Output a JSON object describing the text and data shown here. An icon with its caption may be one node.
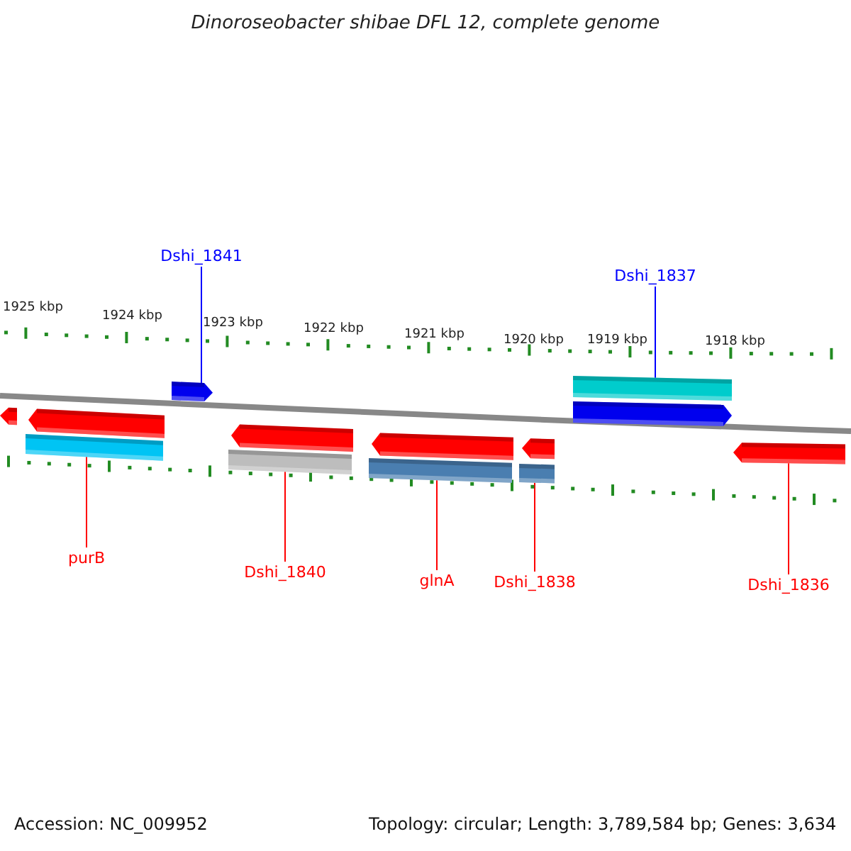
{
  "diagram": {
    "title": "Dinoroseobacter shibae DFL 12, complete genome",
    "nodes": [
      {
        "text": [
          "Dshi_1841"
        ]
      },
      {
        "text": [
          "Dshi_1837"
        ]
      },
      {
        "text": [
          "purB"
        ]
      },
      {
        "text": [
          "Dshi_1840"
        ]
      },
      {
        "text": [
          "glnA"
        ]
      },
      {
        "text": [
          "Dshi_1838"
        ]
      },
      {
        "text": [
          "Dshi_1836"
        ]
      },
      {
        "text": [],
        "shape": "bar"
      },
      {
        "text": [],
        "shape": "bar"
      },
      {
        "text": [],
        "shape": "bar"
      },
      {
        "text": [],
        "shape": "bar"
      },
      {
        "text": [],
        "shape": "bar"
      },
      {
        "text": [],
        "shape": "bar"
      },
      {
        "text": [],
        "shape": "bar"
      },
      {
        "text": [],
        "shape": "bar"
      },
      {
        "text": [],
        "shape": "bar"
      },
      {
        "text": [],
        "shape": "bar"
      },
      {
        "text": [],
        "shape": "bar"
      },
      {
        "text": [],
        "shape": "bar"
      },
      {
        "text": [],
        "shape": "bar"
      }
    ],
    "edges": [
      {
        "from": 0,
        "to": 10,
        "arrow": "none",
        "color": "#0000ff"
      },
      {
        "from": 1,
        "to": 17,
        "arrow": "none",
        "color": "#0000ff"
      },
      {
        "from": 2,
        "to": 8,
        "arrow": "none"
      },
      {
        "from": 3,
        "to": 11,
        "arrow": "none"
      },
      {
        "from": 4,
        "to": 13,
        "arrow": "none"
      },
      {
        "from": 5,
        "to": 15,
        "arrow": "none"
      },
      {
        "from": 6,
        "to": 19,
        "arrow": "none"
      }
    ],
    "labels": [
      "1925 kbp",
      "1924 kbp",
      "1923 kbp",
      "1922 kbp",
      "1921 kbp",
      "1920 kbp",
      "1919 kbp",
      "1918 kbp",
      "Accession: NC_009952",
      "Topology: circular; Length: 3,789,584 bp; Genes: 3,634"
    ]
  }
}
